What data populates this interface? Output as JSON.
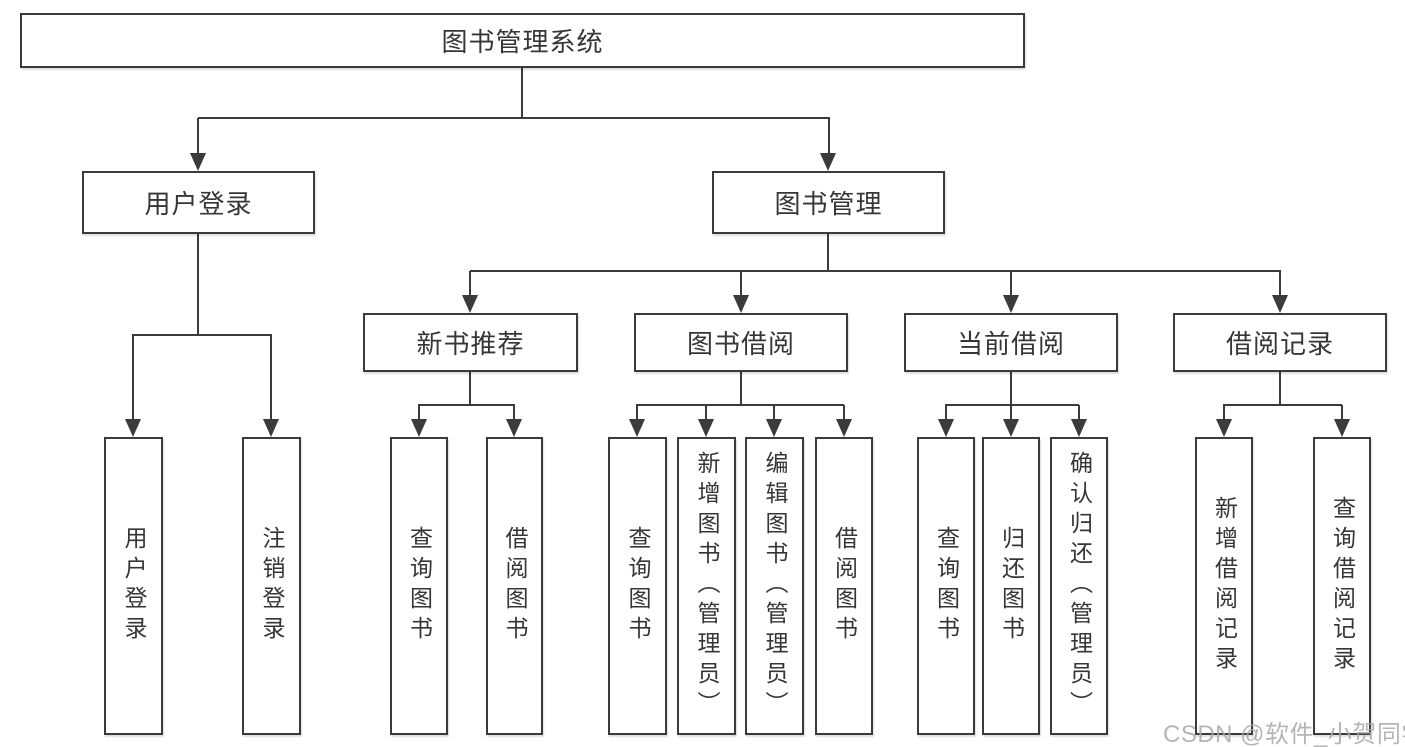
{
  "tree": {
    "root": {
      "label": "图书管理系统"
    },
    "branches": [
      {
        "label": "用户登录",
        "children": [
          {
            "label": "用户登录"
          },
          {
            "label": "注销登录"
          }
        ]
      },
      {
        "label": "图书管理",
        "groups": [
          {
            "label": "新书推荐",
            "children": [
              {
                "label": "查询图书"
              },
              {
                "label": "借阅图书"
              }
            ]
          },
          {
            "label": "图书借阅",
            "children": [
              {
                "label": "查询图书"
              },
              {
                "label": "新增图书（管理员）"
              },
              {
                "label": "编辑图书（管理员）"
              },
              {
                "label": "借阅图书"
              }
            ]
          },
          {
            "label": "当前借阅",
            "children": [
              {
                "label": "查询图书"
              },
              {
                "label": "归还图书"
              },
              {
                "label": "确认归还（管理员）"
              }
            ]
          },
          {
            "label": "借阅记录",
            "children": [
              {
                "label": "新增借阅记录"
              },
              {
                "label": "查询借阅记录"
              }
            ]
          }
        ]
      }
    ]
  },
  "colors": {
    "line": "#3b3b3b",
    "box_border": "#3b3b3b",
    "text": "#363636",
    "background": "#ffffff",
    "watermark": "#a8a8a8"
  },
  "watermark": {
    "text": "CSDN @软件_小贺同学"
  }
}
